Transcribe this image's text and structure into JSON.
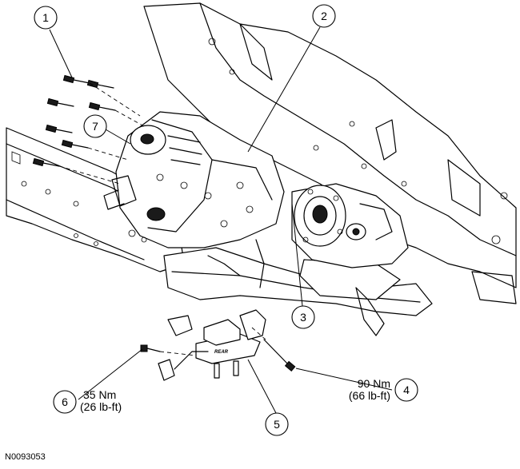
{
  "figure_id": "N0093053",
  "callouts": [
    {
      "num": "1"
    },
    {
      "num": "2"
    },
    {
      "num": "3"
    },
    {
      "num": "4",
      "torque_nm": "90 Nm",
      "torque_lbft": "(66 lb-ft)"
    },
    {
      "num": "5"
    },
    {
      "num": "6",
      "torque_nm": "35 Nm",
      "torque_lbft": "(26 lb-ft)"
    },
    {
      "num": "7"
    }
  ],
  "mount_label": "REAR"
}
